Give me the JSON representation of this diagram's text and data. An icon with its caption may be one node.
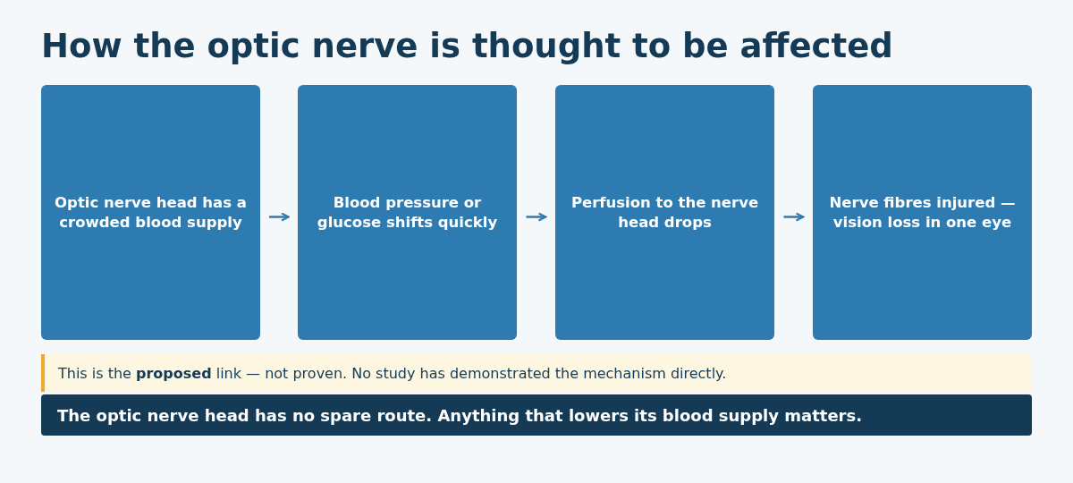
{
  "diagram": {
    "title": "How the optic nerve is thought to be affected",
    "nodes": [
      {
        "text": [
          "Optic nerve head has a crowded blood supply"
        ]
      },
      {
        "text": [
          "Blood pressure or glucose shifts quickly"
        ]
      },
      {
        "text": [
          "Perfusion to the nerve head drops"
        ]
      },
      {
        "text": [
          "Nerve fibres injured — vision loss in one eye"
        ]
      },
      {
        "text": [
          "This is the **proposed** link — not proven. No study has demonstrated the mechanism directly."
        ]
      },
      {
        "text": [
          "The optic nerve head has no spare route. Anything that lowers its blood supply matters."
        ]
      }
    ],
    "edges": [
      {
        "from": 0,
        "to": 1,
        "arrow": "to"
      },
      {
        "from": 1,
        "to": 2,
        "arrow": "to"
      },
      {
        "from": 2,
        "to": 3,
        "arrow": "to"
      }
    ]
  }
}
